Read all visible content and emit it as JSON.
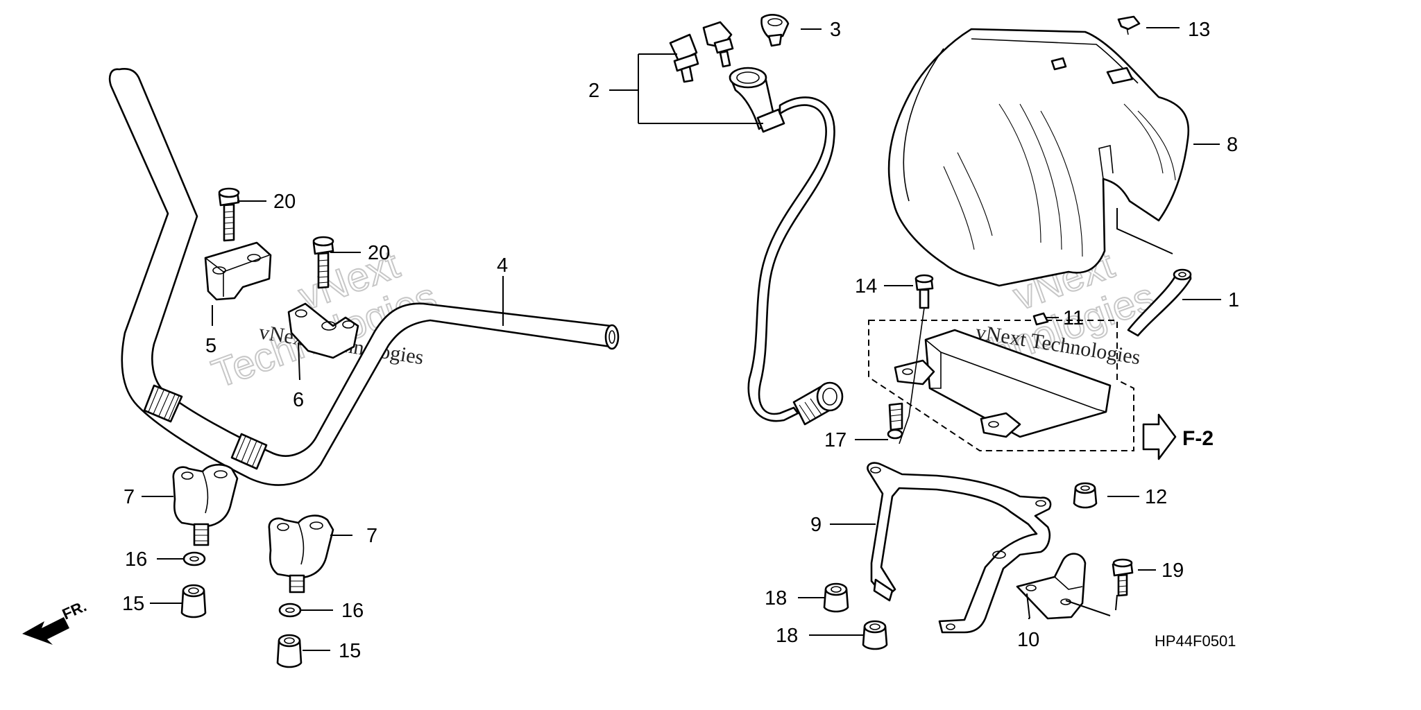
{
  "callouts": {
    "c1": "1",
    "c2": "2",
    "c3": "3",
    "c4": "4",
    "c5": "5",
    "c6": "6",
    "c7a": "7",
    "c7b": "7",
    "c8": "8",
    "c9": "9",
    "c10": "10",
    "c11": "11",
    "c12": "12",
    "c13": "13",
    "c14": "14",
    "c15a": "15",
    "c15b": "15",
    "c16a": "16",
    "c16b": "16",
    "c17": "17",
    "c18a": "18",
    "c18b": "18",
    "c19": "19",
    "c20a": "20",
    "c20b": "20"
  },
  "reference": {
    "label": "F-2"
  },
  "front": {
    "label": "FR."
  },
  "diagram_code": "HP44F0501",
  "watermark": {
    "line1": "vNext",
    "line2": "Technologies",
    "small": "vNext Technologies"
  },
  "icons": [
    "front-arrow-icon",
    "reference-arrow-icon"
  ]
}
